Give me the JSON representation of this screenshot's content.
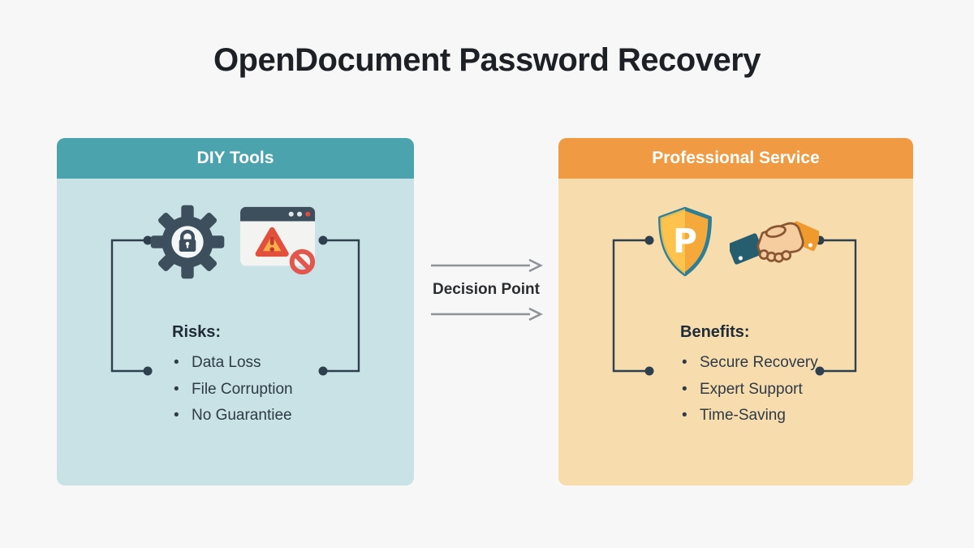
{
  "title": "OpenDocument Password Recovery",
  "decision": {
    "label": "Decision Point",
    "arrow_color": "#8e9397"
  },
  "panels": {
    "diy": {
      "header": "DIY Tools",
      "section_heading": "Risks:",
      "items": [
        "Data Loss",
        "File Corruption",
        "No Guarantiee"
      ],
      "icons": [
        "gear-lock-icon",
        "browser-warning-icon"
      ],
      "header_color": "#4ba4ad",
      "body_color": "#c9e2e5"
    },
    "pro": {
      "header": "Professional Service",
      "section_heading": "Benefits:",
      "items": [
        "Secure Recovery",
        "Expert Support",
        "Time-Saving"
      ],
      "icons": [
        "shield-p-icon",
        "handshake-icon"
      ],
      "header_color": "#f09b43",
      "body_color": "#f7dcae"
    }
  },
  "colors": {
    "page_background": "#f6f7f6",
    "title_text": "#1d2126",
    "bracket": "#2e3f4e",
    "gear": "#3d4f5c",
    "warning_triangle_fill": "#f9ae4b",
    "warning_triangle_stroke": "#e2503d",
    "prohibition_red": "#e2564c",
    "shield_gold": "#f5a93a",
    "shield_border_teal": "#2e7e96",
    "sleeve_teal": "#265e70",
    "sleeve_orange": "#f0992d",
    "hand_skin": "#f5cd9f"
  }
}
